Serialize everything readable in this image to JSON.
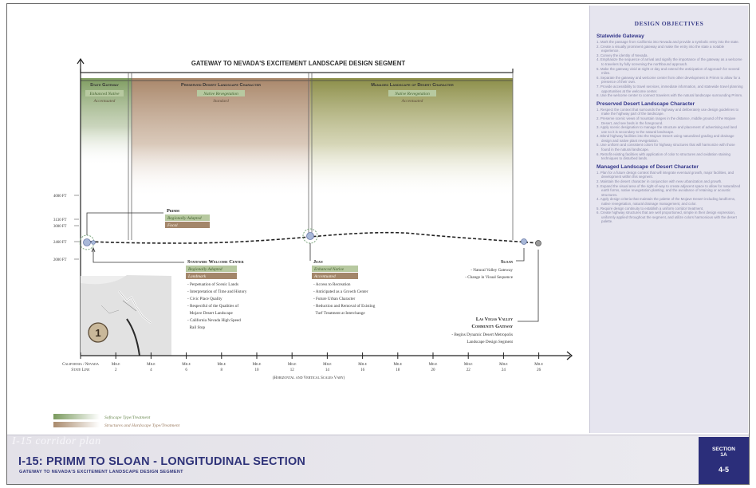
{
  "diagram": {
    "heading": "GATEWAY TO NEVADA'S EXCITEMENT LANDSCAPE DESIGN SEGMENT",
    "zones": [
      {
        "label": "State Gateway",
        "type_label": "Enhanced Native",
        "treatment_label": "Accentuated"
      },
      {
        "label": "Preserved Desert Landscape Character",
        "type_label": "Native Revegetation",
        "treatment_label": "Standard"
      },
      {
        "label": "Managed Landscape of Desert Character",
        "type_label": "Native Revegetation",
        "treatment_label": "Accentuated"
      }
    ],
    "elevation_labels": [
      "4000 FT",
      "3130 FT",
      "3000 FT",
      "2460 FT",
      "2000 FT"
    ],
    "locations": {
      "primm": {
        "name": "Primm",
        "type_label": "Regionally Adapted",
        "treatment_label": "Focal"
      },
      "welcome_center": {
        "name": "Statewide Welcome Center",
        "type_label": "Regionally Adapted",
        "treatment_label": "Landmark",
        "notes": [
          "- Perpetuation of Scenic Lands",
          "- Interpretation of Time and History",
          "- Civic Place Quality",
          "- Respectful of the Qualities of",
          "  Mojave Desert Landscape",
          "- California Nevada High Speed",
          "  Rail Stop"
        ]
      },
      "jean": {
        "name": "Jean",
        "type_label": "Enhanced Native",
        "treatment_label": "Accentuated",
        "notes": [
          "- Access to Recreation",
          "- Anticipated as a Growth Center",
          "- Future Urban Character",
          "- Reduction and Removal of Existing",
          "  Turf Treatment at Interchange"
        ]
      },
      "sloan": {
        "name": "Sloan",
        "notes": [
          "- Natural Valley Gateway",
          "- Change in Visual Sequence"
        ]
      },
      "lvv": {
        "name_line1": "Las Vegas Valley",
        "name_line2": "Community Gateway",
        "notes": [
          "- Begins Dynamic Desert Metropolis",
          "  Landscape Design Segment"
        ]
      }
    },
    "circle_number": "1",
    "axis": {
      "start_label_line1": "California / Nevada",
      "start_label_line2": "State Line",
      "mile_word": "Mile",
      "miles": [
        "2",
        "4",
        "6",
        "8",
        "10",
        "12",
        "14",
        "16",
        "18",
        "20",
        "22",
        "24",
        "26"
      ],
      "note": "(Horizontal and Vertical Scales Vary)"
    },
    "legend": {
      "softscape": "Softscape Type/Treatment",
      "structures": "Structures and Hardscape Type/Treatment"
    },
    "colors": {
      "zone_brown": "#a98a6c",
      "zone_olive": "#8a8e4a",
      "zone_green": "#7a9a5e",
      "label_blue": "#2f3379"
    }
  },
  "objectives": {
    "title": "DESIGN OBJECTIVES",
    "sections": [
      {
        "heading": "Statewide Gateway",
        "items": [
          "1. Mark the passage from California into Nevada and provide a symbolic entry into the state.",
          "2. Create a visually prominent gateway and make the entry into the state a notable experience.",
          "3. Convey the identity of Nevada.",
          "4. Emphasize the sequence of arrival and signify the importance of the gateway as a welcome to travelers by fully screening the northbound approach.",
          "5. Make the gateway vivid at night or day and extend the anticipation of approach for several miles.",
          "6. Separate the gateway and welcome center from other development in Primm to allow for a presence of their own.",
          "7. Provide accessibility to travel services, immediate information, and statewide travel planning opportunities at the welcome center.",
          "8. Use the welcome center to connect travelers with the natural landscape surrounding Primm."
        ]
      },
      {
        "heading": "Preserved Desert Landscape Character",
        "items": [
          "1. Respect the context that surrounds the highway and deliberately use design guidelines to make the highway part of the landscape.",
          "2. Preserve scenic views of mountain ranges in the distance, middle ground of the Mojave Desert, and see beds in the foreground.",
          "3. Apply scenic designation to manage the structure and placement of advertising and land use so it is secondary to the natural landscape.",
          "4. Blend highway facilities into the Mojave Desert using naturalized grading and drainage design and native plant revegetation.",
          "5. Use uniform and consistent colors for highway structures that will harmonize with those found in the natural landscape.",
          "6. Retrofit existing facilities with application of color to structures and oxidation staining techniques to disturbed lands."
        ]
      },
      {
        "heading": "Managed Landscape of Desert Character",
        "items": [
          "1. Plan for a future design context that will integrate eventual growth, major facilities, and development within this segment.",
          "2. Maintain the desert character in conjunction with new urbanization and growth.",
          "3. Expand the visual area of the right-of-way to create adjacent space to allow for naturalized earth forms, native revegetation planting, and the avoidance of retaining or acoustic structures.",
          "4. Apply design criteria that maintain the palette of the Mojave Desert including landforms, native revegetation, natural drainage management, and color.",
          "5. Require design continuity to establish a uniform corridor treatment.",
          "6. Create highway structures that are well proportioned, simple in their design expression, uniformly applied throughout the segment, and utilize colors harmonious with the desert palette."
        ]
      }
    ]
  },
  "footer": {
    "corridor_plan": "I-15 corridor plan",
    "title": "I-15: PRIMM TO SLOAN - LONGITUDINAL SECTION",
    "subtitle": "GATEWAY TO NEVADA'S EXCITEMENT LANDSCAPE DESIGN SEGMENT",
    "section_label": "SECTION",
    "section_number": "1A",
    "page": "4-5"
  }
}
